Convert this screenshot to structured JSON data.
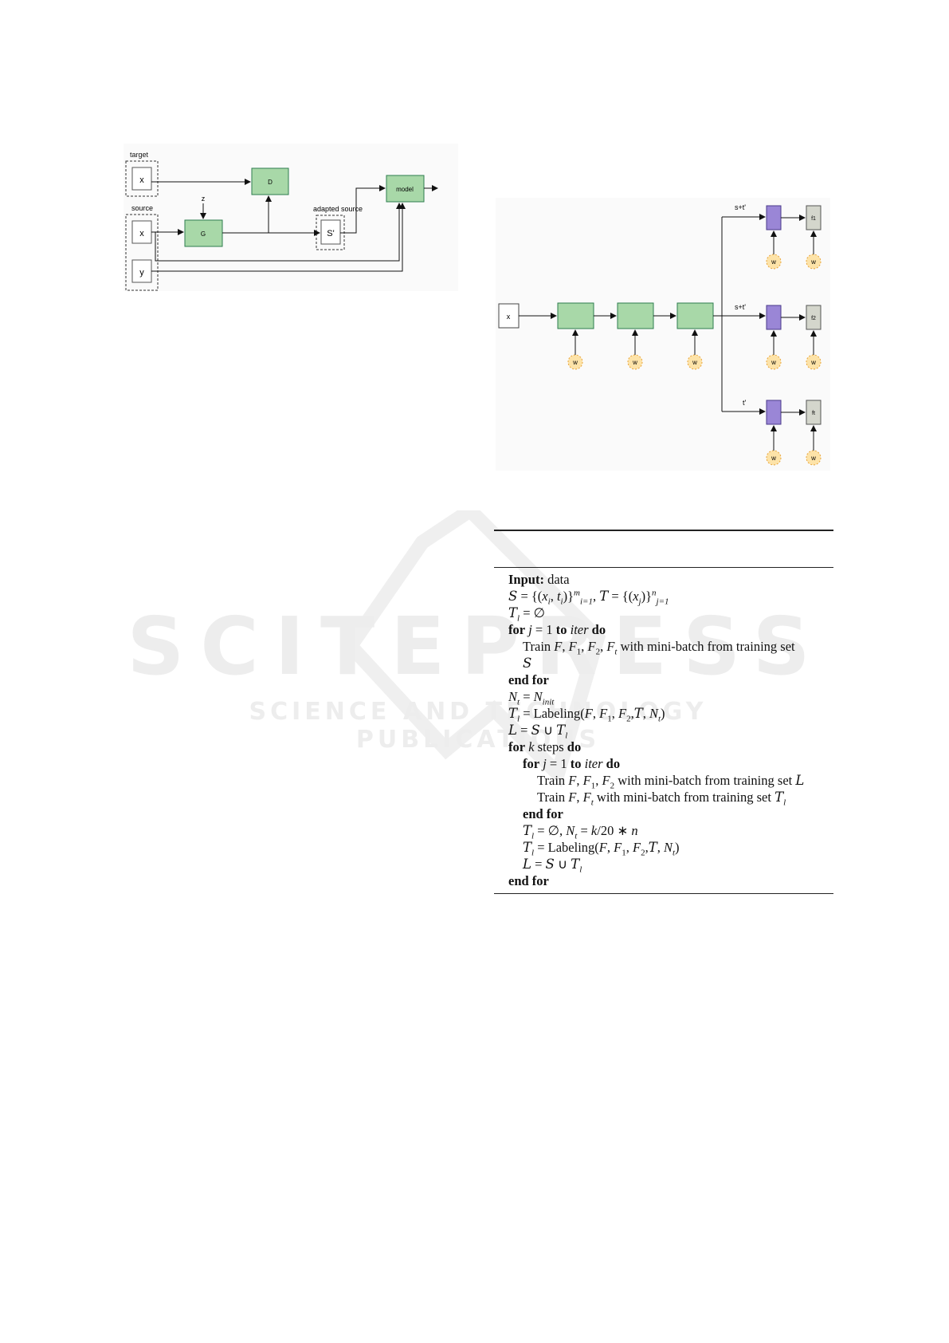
{
  "figure1": {
    "target_label": "target",
    "source_label": "source",
    "adapted_source_label": "adapted source",
    "x_target": "x",
    "x_source": "x",
    "y_source": "y",
    "z": "z",
    "generator": "G",
    "discriminator": "D",
    "adapted": "S'",
    "model": "model",
    "colors": {
      "green": "#a8d8a8",
      "green_border": "#2e7d4f"
    }
  },
  "figure2": {
    "input": "x",
    "weight": "w",
    "branch1": "s+t'",
    "branch2": "s+t'",
    "branch3": "t'",
    "out1": "f1",
    "out2": "f2",
    "out3": "ft",
    "colors": {
      "green": "#a8d8a8",
      "purple": "#9a86d6",
      "grey": "#d4d6cc",
      "weight": "#fde3a8"
    }
  },
  "algorithm": {
    "input_kw": "Input:",
    "input_val": "data",
    "for_kw": "for",
    "to_kw": "to",
    "do_kw": "do",
    "end_for": "end for",
    "steps": "steps",
    "train1": "Train",
    "train1_tail": "with mini-batch from training set",
    "train2_tail": "with mini-batch from training set",
    "train3_tail": "with mini-batch from training set",
    "labeling": "Labeling"
  },
  "watermark": {
    "big": "SCITEPRESS",
    "small": "SCIENCE AND TECHNOLOGY PUBLICATIONS"
  }
}
